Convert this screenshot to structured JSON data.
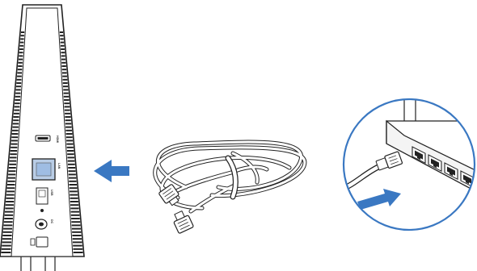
{
  "device": {
    "port_labels": [
      "HDMI",
      "LAN",
      "USB",
      "DC"
    ]
  },
  "colors": {
    "outline": "#222222",
    "accent_blue": "#3a78c2",
    "port_highlight": "#b9cde6",
    "circle_border": "#3a78c2"
  },
  "icons": {
    "direction_arrow": "arrow-left-icon",
    "insert_arrow": "arrow-right-icon"
  }
}
